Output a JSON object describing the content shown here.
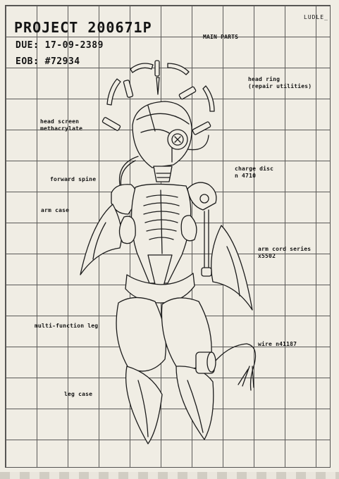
{
  "header": {
    "title": "PROJECT 200671P",
    "due": "DUE: 17-09-2389",
    "eob": "EOB: #72934",
    "signature": "LUDLE_"
  },
  "labels": {
    "main_parts": "MAIN PARTS",
    "head_ring": [
      "head ring",
      "(repair utilities)"
    ],
    "head_screen": [
      "head screen",
      "methacrylate"
    ],
    "charge_disc": [
      "charge disc",
      "n 4710"
    ],
    "forward_spine": "forward spine",
    "arm_case": "arm case",
    "arm_cord": [
      "arm cord series",
      "x5502"
    ],
    "multi_leg": "multi-function leg",
    "wire": "wire n41187",
    "leg_case": "leg case"
  }
}
